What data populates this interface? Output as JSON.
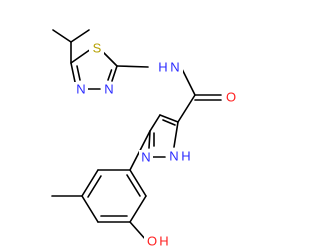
{
  "molecule": {
    "atoms": {
      "S1": {
        "text": "S",
        "color": "#b5a000"
      },
      "N_amide": {
        "text": "N",
        "color": "#2a2aff"
      },
      "H_amide": {
        "text": "H",
        "color": "#2a2aff"
      },
      "N_td3": {
        "text": "N",
        "color": "#2a2aff"
      },
      "N_td4": {
        "text": "N",
        "color": "#2a2aff"
      },
      "O_carbonyl": {
        "text": "O",
        "color": "#ff2020"
      },
      "N_pz1": {
        "text": "N",
        "color": "#2a2aff"
      },
      "NH_pz2": {
        "text": "N",
        "color": "#2a2aff"
      },
      "H_pz2": {
        "text": "H",
        "color": "#2a2aff"
      },
      "O_hydroxy": {
        "text": "O",
        "color": "#ff2020"
      },
      "H_hydroxy": {
        "text": "H",
        "color": "#ff2020"
      }
    },
    "bond_color": "#000000"
  }
}
